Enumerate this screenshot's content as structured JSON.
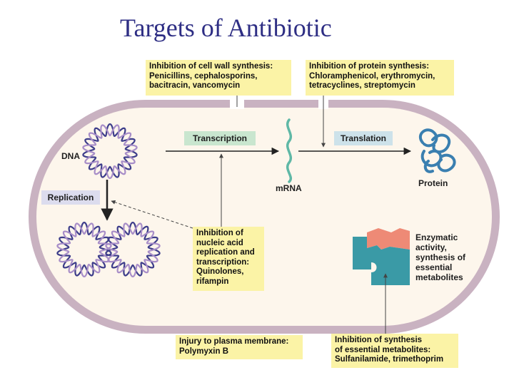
{
  "title": "Targets of Antibiotic",
  "boxes": {
    "cell_wall": [
      "Inhibition of cell wall synthesis:",
      "Penicillins, cephalosporins,",
      "bacitracin, vancomycin"
    ],
    "protein": [
      "Inhibition of protein synthesis:",
      "Chloramphenicol, erythromycin,",
      "tetracyclines, streptomycin"
    ],
    "nucleic_acid": [
      "Inhibition of",
      "nucleic acid",
      "replication and",
      "transcription:",
      "Quinolones,",
      "rifampin"
    ],
    "plasma_membrane": [
      "Injury to plasma membrane:",
      "Polymyxin B"
    ],
    "metabolites": [
      "Inhibition of synthesis",
      "of essential metabolites:",
      "Sulfanilamide, trimethoprim"
    ]
  },
  "process_labels": {
    "transcription": "Transcription",
    "translation": "Translation",
    "replication": "Replication"
  },
  "structure_labels": {
    "dna": "DNA",
    "mrna": "mRNA",
    "protein": "Protein",
    "enzyme": [
      "Enzymatic",
      "activity,",
      "synthesis of",
      "essential",
      "metabolites"
    ]
  },
  "colors": {
    "title": "#2e2e84",
    "cell_wall": "#c9b2c1",
    "cytoplasm": "#fdf6ec",
    "note_box": "#fbf3a6",
    "transcription_chip": "#c9e6cf",
    "translation_chip": "#cde2ea",
    "replication_chip": "#dcdcee",
    "dna_strand_a": "#3d3d8a",
    "dna_strand_b": "#a88ec8",
    "mrna": "#5fb8a6",
    "protein": "#3a7fb0",
    "enzyme": "#3a9aa6",
    "substrate": "#ee8a76"
  }
}
